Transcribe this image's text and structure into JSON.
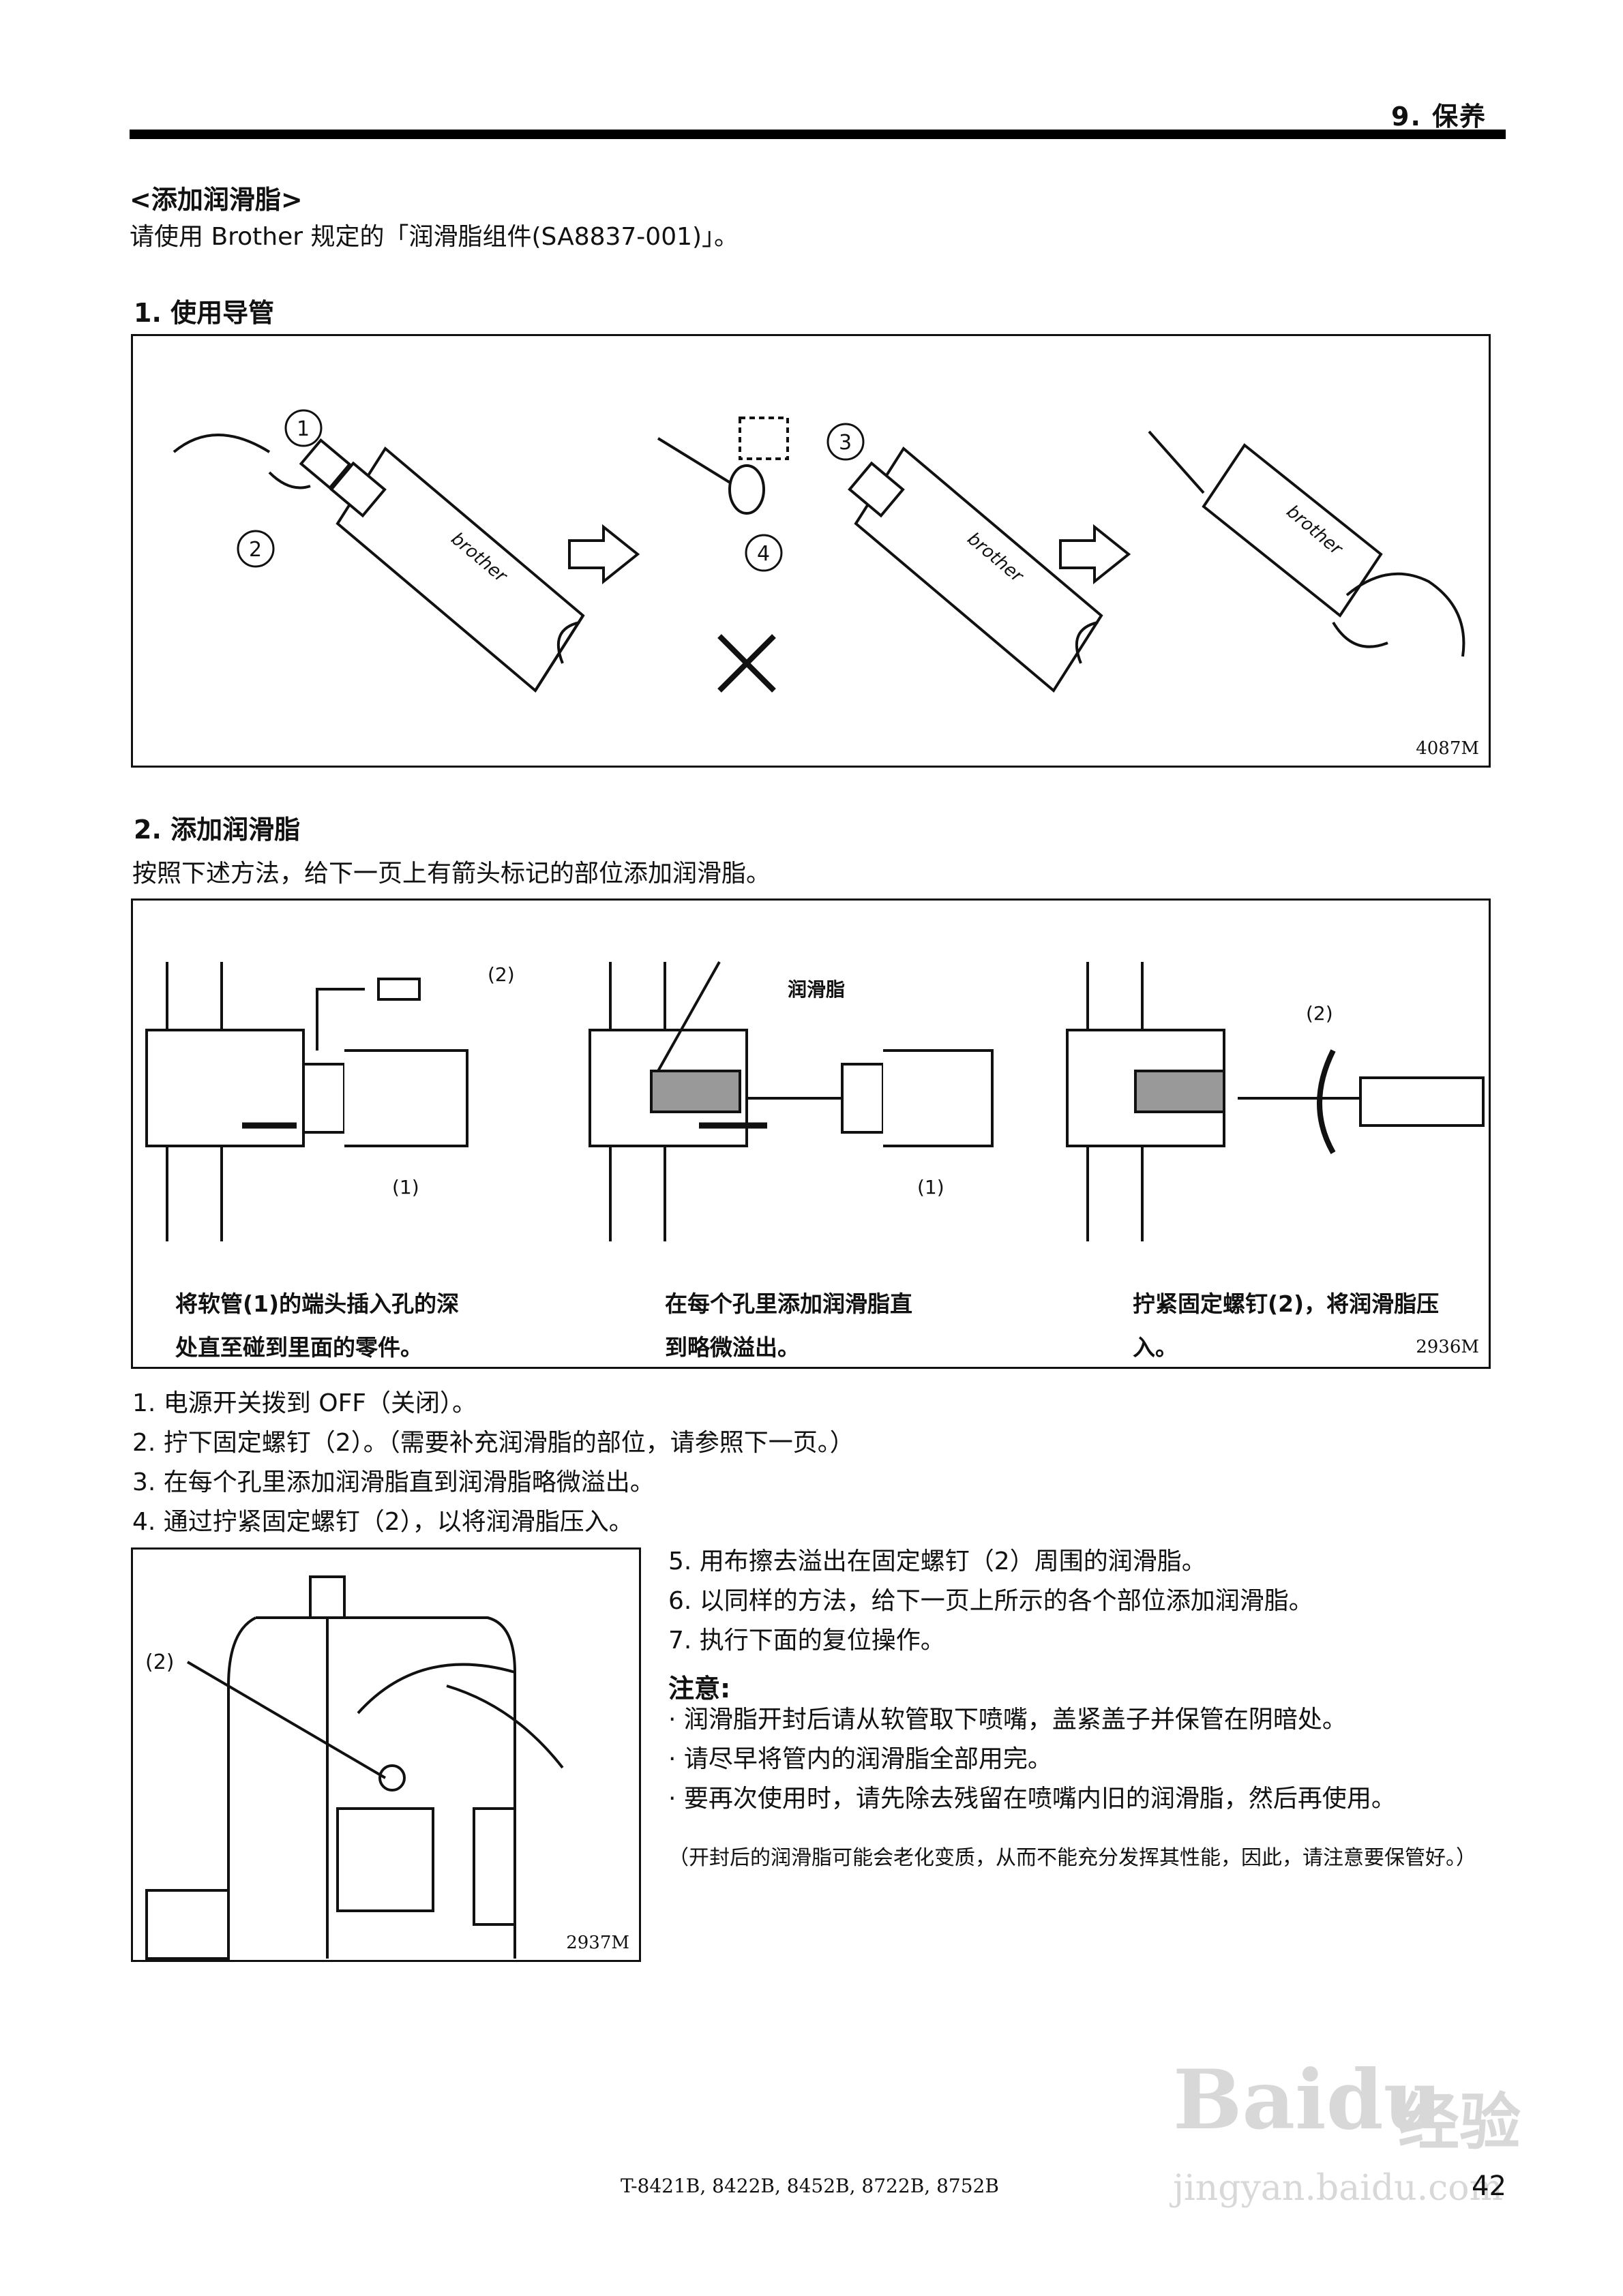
{
  "header": {
    "section": "9. 保养"
  },
  "intro": {
    "title": "<添加润滑脂>",
    "text": "请使用 Brother 规定的「润滑脂组件(SA8837-001)」。"
  },
  "step1": {
    "heading": "1. 使用导管",
    "figure_id": "4087M",
    "callouts": [
      "1",
      "2",
      "3",
      "4"
    ],
    "brand_label": "brother"
  },
  "step2": {
    "heading": "2. 添加润滑脂",
    "text": "按照下述方法，给下一页上有箭头标记的部位添加润滑脂。",
    "figure_id": "2936M",
    "labels": {
      "screw": "(2)",
      "tube": "(1)",
      "grease": "润滑脂"
    },
    "captions": [
      {
        "line1": "将软管(1)的端头插入孔的深",
        "line2": "处直至碰到里面的零件。"
      },
      {
        "line1": "在每个孔里添加润滑脂直",
        "line2": "到略微溢出。"
      },
      {
        "line1": "拧紧固定螺钉(2)，将润滑脂压",
        "line2": "入。"
      }
    ]
  },
  "procedure": [
    "1. 电源开关拨到 OFF（关闭）。",
    "2. 拧下固定螺钉（2）。（需要补充润滑脂的部位，请参照下一页。）",
    "3. 在每个孔里添加润滑脂直到润滑脂略微溢出。",
    "4. 通过拧紧固定螺钉（2），以将润滑脂压入。"
  ],
  "figure3": {
    "figure_id": "2937M",
    "label": "(2)"
  },
  "procedure_cont": [
    "5. 用布擦去溢出在固定螺钉（2）周围的润滑脂。",
    "6. 以同样的方法，给下一页上所示的各个部位添加润滑脂。",
    "7. 执行下面的复位操作。"
  ],
  "caution": {
    "title": "注意:",
    "items": [
      "· 润滑脂开封后请从软管取下喷嘴，盖紧盖子并保管在阴暗处。",
      "· 请尽早将管内的润滑脂全部用完。",
      "· 要再次使用时，请先除去残留在喷嘴内旧的润滑脂，然后再使用。"
    ],
    "small": "（开封后的润滑脂可能会老化变质，从而不能充分发挥其性能，因此，请注意要保管好。）"
  },
  "footer": {
    "models": "T-8421B, 8422B, 8452B, 8722B, 8752B",
    "page": "42"
  },
  "watermark": {
    "brand": "Bai",
    "brand2": "du",
    "cn": "经验",
    "url": "jingyan.baidu.com"
  }
}
